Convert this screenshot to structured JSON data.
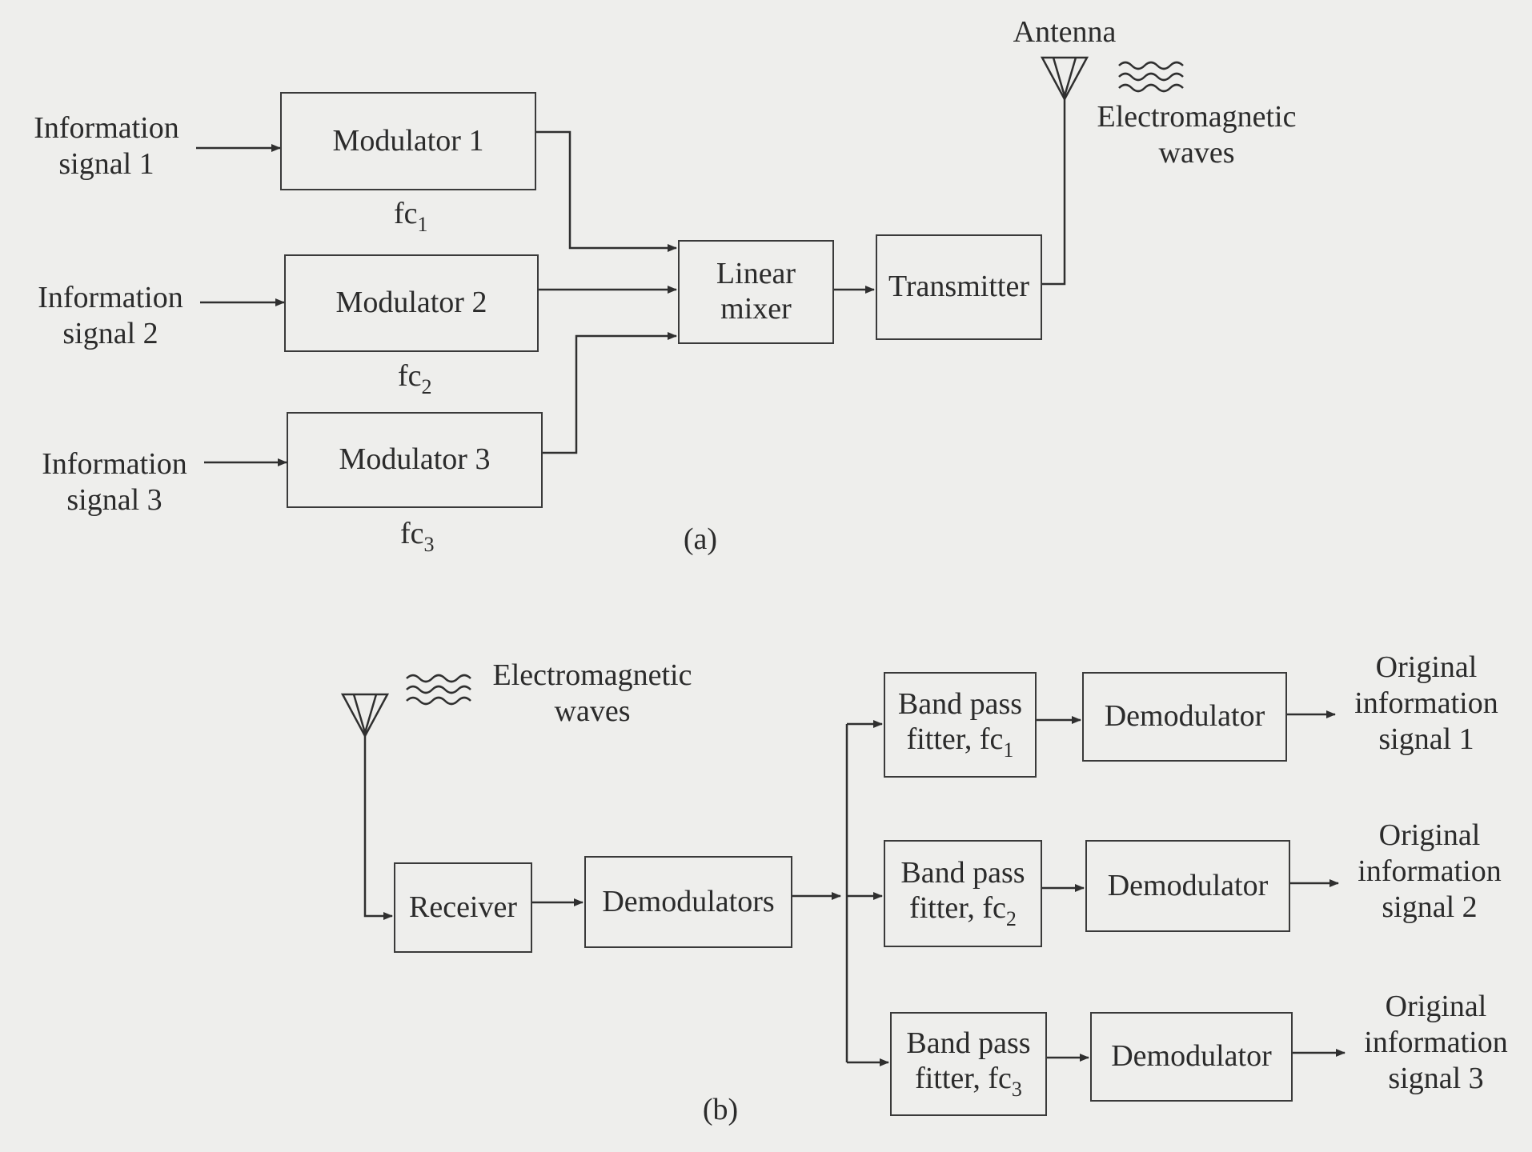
{
  "part_a": {
    "inputs": [
      {
        "line1": "Information",
        "line2": "signal 1"
      },
      {
        "line1": "Information",
        "line2": "signal 2"
      },
      {
        "line1": "Information",
        "line2": "signal 3"
      }
    ],
    "modulators": [
      "Modulator 1",
      "Modulator 2",
      "Modulator 3"
    ],
    "carrier_base": "fc",
    "carrier_subs": [
      "1",
      "2",
      "3"
    ],
    "mixer": {
      "line1": "Linear",
      "line2": "mixer"
    },
    "transmitter": "Transmitter",
    "antenna_label": "Antenna",
    "waves": {
      "line1": "Electromagnetic",
      "line2": "waves"
    },
    "caption": "(a)"
  },
  "part_b": {
    "waves": {
      "line1": "Electromagnetic",
      "line2": "waves"
    },
    "receiver": "Receiver",
    "demodulators": "Demodulators",
    "filters": [
      {
        "line1": "Band pass",
        "line2": "fitter, fc",
        "sub": "1"
      },
      {
        "line1": "Band pass",
        "line2": "fitter, fc",
        "sub": "2"
      },
      {
        "line1": "Band pass",
        "line2": "fitter, fc",
        "sub": "3"
      }
    ],
    "demodulator": "Demodulator",
    "outputs": [
      {
        "line1": "Original",
        "line2": "information",
        "line3": "signal 1"
      },
      {
        "line1": "Original",
        "line2": "information",
        "line3": "signal 2"
      },
      {
        "line1": "Original",
        "line2": "information",
        "line3": "signal 3"
      }
    ],
    "caption": "(b)"
  }
}
